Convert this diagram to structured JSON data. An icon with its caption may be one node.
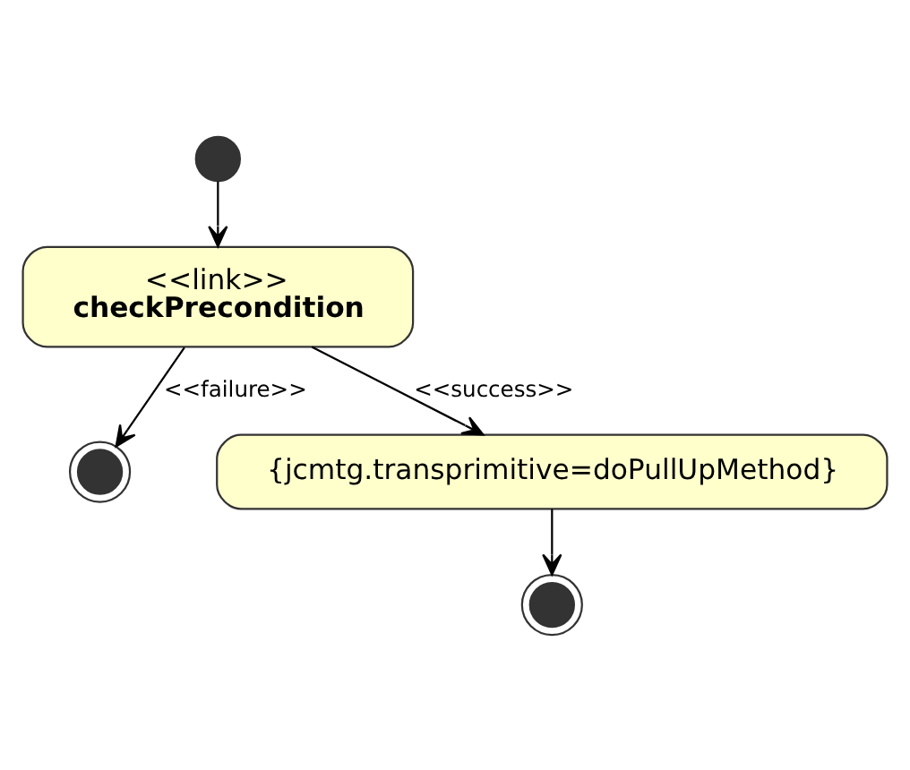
{
  "diagram": {
    "nodes": [
      {
        "text": [],
        "shape": "circle"
      },
      {
        "text": [
          "<<link>>",
          "checkPrecondition"
        ]
      },
      {
        "text": [],
        "shape": "circle"
      },
      {
        "text": [
          "{jcmtg.transprimitive=doPullUpMethod}"
        ]
      },
      {
        "text": [],
        "shape": "circle"
      }
    ],
    "edges": [
      {
        "from": 0,
        "to": 1,
        "arrow": "to"
      },
      {
        "from": 1,
        "to": 2,
        "arrow": "to",
        "label": "<<failure>>"
      },
      {
        "from": 1,
        "to": 3,
        "arrow": "to",
        "label": "<<success>>"
      },
      {
        "from": 3,
        "to": 4,
        "arrow": "to"
      }
    ]
  }
}
